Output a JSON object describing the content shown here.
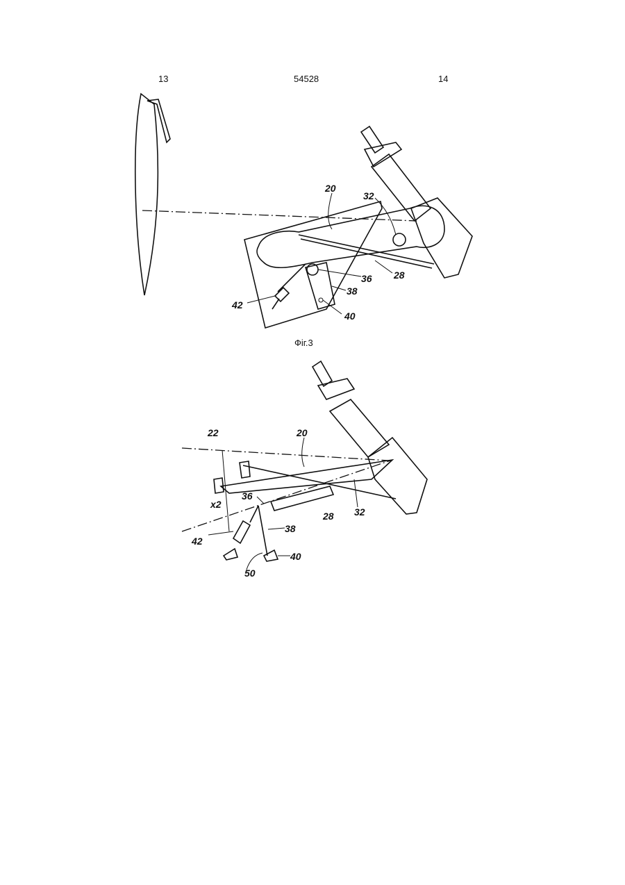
{
  "header": {
    "left_column": "13",
    "patent_number": "54528",
    "right_column": "14"
  },
  "figure3": {
    "caption": "Фіг.3",
    "labels": {
      "l20": "20",
      "l32": "32",
      "l36": "36",
      "l28": "28",
      "l38": "38",
      "l42": "42",
      "l40": "40"
    }
  },
  "figure4": {
    "labels": {
      "l22": "22",
      "l20": "20",
      "lx2": "x2",
      "l36": "36",
      "l28": "28",
      "l32": "32",
      "l42": "42",
      "l38": "38",
      "l40": "40",
      "l50": "50"
    }
  }
}
